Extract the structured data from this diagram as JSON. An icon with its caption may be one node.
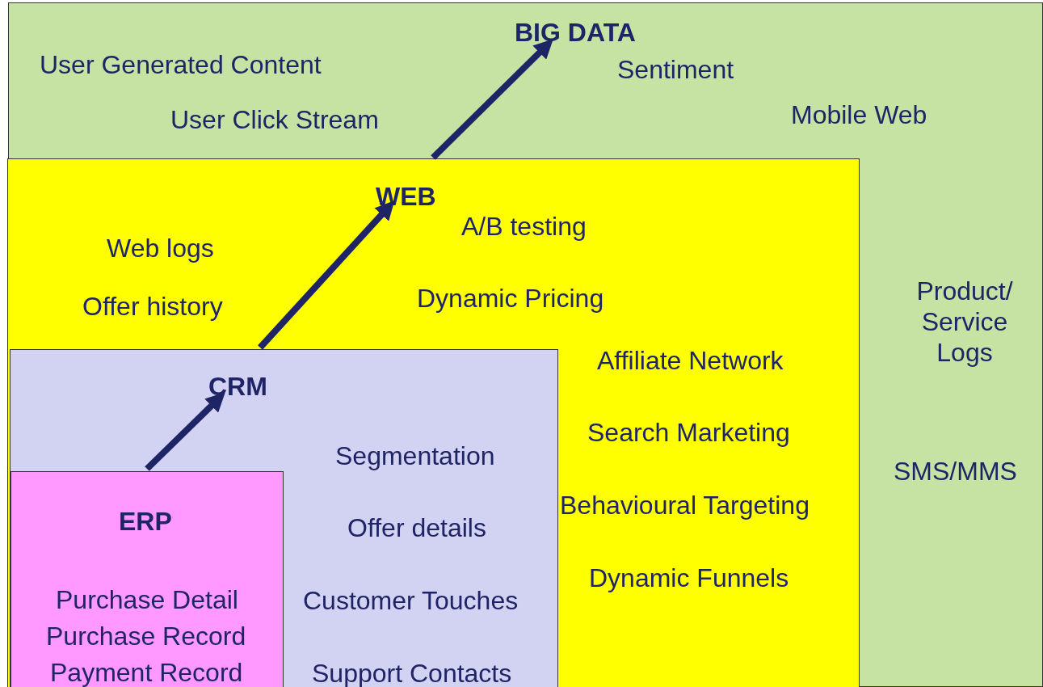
{
  "diagram": {
    "nodes": [
      {
        "text": [
          "BIG DATA",
          "User Generated Content",
          "Sentiment",
          "User Click Stream",
          "Mobile Web",
          "Product/ Service Logs",
          "SMS/MMS"
        ]
      },
      {
        "text": [
          "WEB",
          "Web logs",
          "A/B testing",
          "Offer history",
          "Dynamic Pricing",
          "Affiliate Network",
          "Search Marketing",
          "Behavioural Targeting",
          "Dynamic Funnels"
        ],
        "in": 0
      },
      {
        "text": [
          "CRM",
          "Segmentation",
          "Offer details",
          "Customer Touches",
          "Support Contacts"
        ],
        "in": 1
      },
      {
        "text": [
          "ERP",
          "Purchase Detail",
          "Purchase Record",
          "Payment Record"
        ],
        "in": 2
      }
    ],
    "edges": [
      {
        "from": 3,
        "to": 2,
        "arrow": "to"
      },
      {
        "from": 2,
        "to": 1,
        "arrow": "to"
      },
      {
        "from": 1,
        "to": 0,
        "arrow": "to"
      }
    ]
  }
}
